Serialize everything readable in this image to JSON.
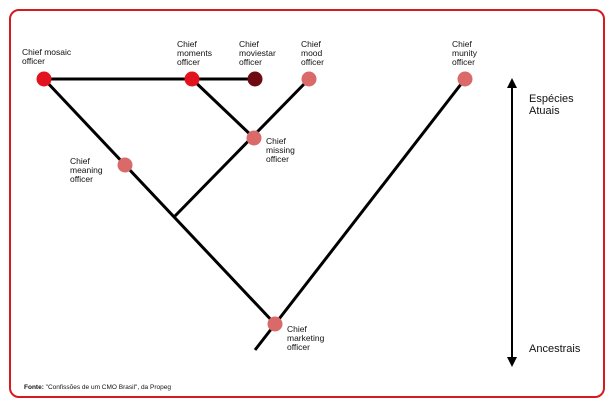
{
  "colors": {
    "frame": "#d71920",
    "line": "#000000",
    "node_bright": "#e2131f",
    "node_dark": "#6e0b12",
    "node_light": "#da6a6a"
  },
  "nodes": {
    "mosaic": {
      "label": "Chief mosaic\nofficer",
      "color": "bright"
    },
    "moments": {
      "label": "Chief\nmoments\nofficer",
      "color": "bright"
    },
    "moviestar": {
      "label": "Chief\nmoviestar\nofficer",
      "color": "dark"
    },
    "mood": {
      "label": "Chief\nmood\nofficer",
      "color": "light"
    },
    "munity": {
      "label": "Chief\nmunity\nofficer",
      "color": "light"
    },
    "missing": {
      "label": "Chief\nmissing\nofficer",
      "color": "light"
    },
    "meaning": {
      "label": "Chief\nmeaning\nofficer",
      "color": "light"
    },
    "marketing": {
      "label": "Chief\nmarketing\nofficer",
      "color": "light"
    }
  },
  "axis": {
    "top_label": "Espécies\nAtuais",
    "bottom_label": "Ancestrais"
  },
  "source": {
    "prefix": "Fonte:",
    "text": " \"Confissões de um CMO Brasil\", da Propeg"
  }
}
